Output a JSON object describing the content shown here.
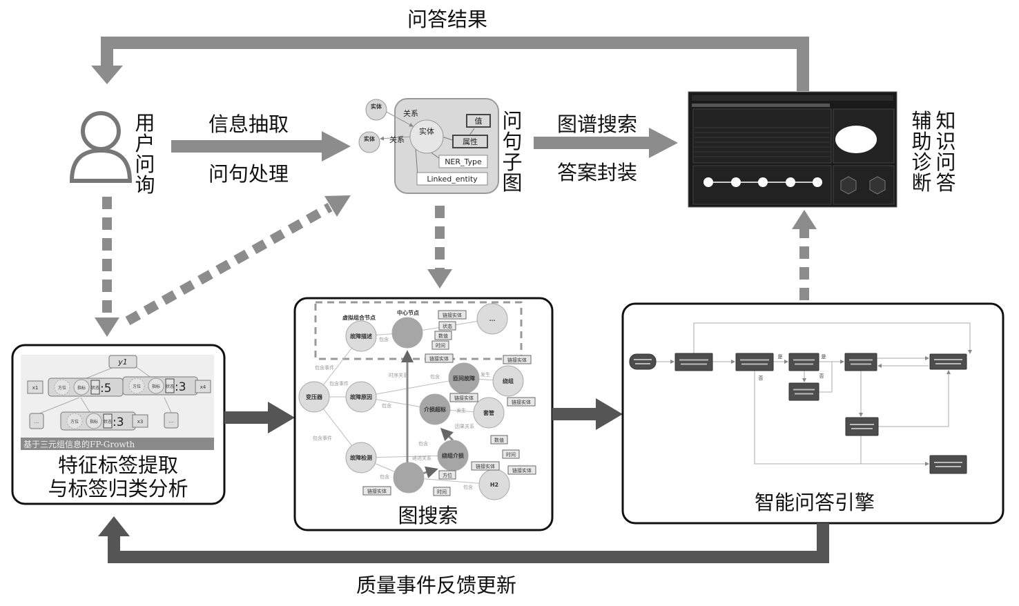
{
  "labels": {
    "qa_result": "问答结果",
    "user_query": [
      "用",
      "户",
      "问",
      "询"
    ],
    "info_extract": "信息抽取",
    "question_process": "问句处理",
    "question_subgraph": [
      "问",
      "句",
      "子",
      "图"
    ],
    "graph_search_top": "图谱搜索",
    "answer_package": "答案封装",
    "kqa": [
      "知",
      "识",
      "问",
      "答"
    ],
    "aux_diag": [
      "辅",
      "助",
      "诊",
      "断"
    ],
    "feature_panel": [
      "特征标签提取",
      "与标签归类分析"
    ],
    "graph_search_panel": "图搜索",
    "qa_engine_panel": "智能问答引擎",
    "feedback": "质量事件反馈更新"
  },
  "subgraph": {
    "entity": "实体",
    "outer_entity_1": "实体",
    "outer_entity_2": "实体",
    "relation_1": "关系",
    "relation_2": "关系",
    "value": "值",
    "attribute": "属性",
    "ner_type": "NER_Type",
    "linked_entity": "Linked_entity"
  },
  "fp_growth": {
    "root": "y1",
    "caption": "基于三元组信息的FP-Growth",
    "item_labels": [
      "方位",
      "指标",
      "状态"
    ],
    "counts": [
      ":5",
      ":3",
      ":3"
    ],
    "leaf_labels": [
      "x1",
      "x4",
      "x3"
    ],
    "ellipsis": "..."
  },
  "graph_search": {
    "virtual_node_label": "虚拟组合节点",
    "center_node_label": "中心节点",
    "nodes": [
      "变压器",
      "故障描述",
      "故障原因",
      "故障检测",
      "",
      "...",
      "匝间故障",
      "绕组",
      "介损超标",
      "套管",
      "绕组介损",
      "",
      "H2"
    ],
    "tags": [
      "链接实体",
      "状态",
      "数值",
      "时间",
      "链接实体",
      "链接实体",
      "链接实体",
      "链接实体",
      "数值",
      "时间",
      "链接实体",
      "链接实体",
      "方位",
      "时间",
      "链接实体"
    ],
    "edge_labels": [
      "包含事件",
      "包含事件",
      "包含事件",
      "包含",
      "时序关系",
      "包含",
      "包含",
      "发生",
      "发生",
      "因果关系",
      "包含",
      "递进关系",
      "包含",
      "包含"
    ]
  },
  "qa_engine": {
    "edge_labels": [
      "是",
      "否",
      "是",
      "否"
    ]
  },
  "colors": {
    "light_arrow": "#8c8c8c",
    "dark_arrow": "#555555",
    "panel_border": "#111111",
    "node_light": "#d9d9d9",
    "node_dark": "#a6a6a6",
    "flow_box": "#4d4d4d"
  }
}
